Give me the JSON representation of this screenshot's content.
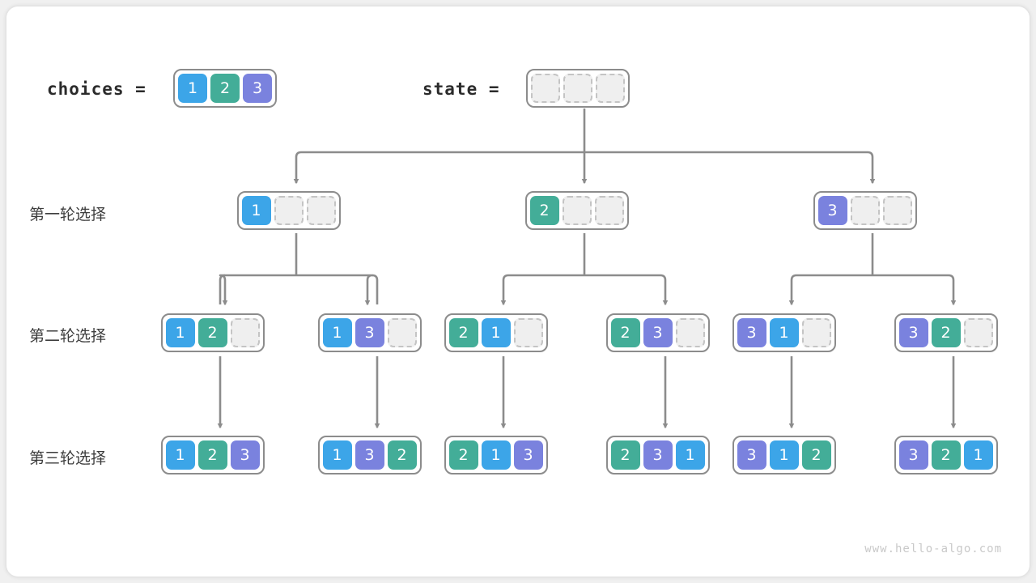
{
  "diagram": {
    "title": "backtracking-permutation-tree",
    "watermark": "www.hello-algo.com",
    "palette": {
      "blue": "#3ca5e8",
      "green": "#43ad98",
      "purple": "#7a82de",
      "empty_fill": "#efefef",
      "empty_border": "#c4c4c4",
      "frame_border": "#8c8c8c",
      "line": "#8c8c8c",
      "text": "#2b2b2b"
    },
    "header": {
      "choices_label": "choices  =",
      "choices_values": [
        "1",
        "2",
        "3"
      ],
      "choices_colors": [
        "blue",
        "green",
        "purple"
      ],
      "state_label": "state  =",
      "state_values": [
        "",
        "",
        ""
      ],
      "state_colors": [
        "empty",
        "empty",
        "empty"
      ]
    },
    "rows": [
      {
        "label": "第一轮选择",
        "nodes": [
          {
            "values": [
              "1",
              "",
              ""
            ],
            "colors": [
              "blue",
              "empty",
              "empty"
            ]
          },
          {
            "values": [
              "2",
              "",
              ""
            ],
            "colors": [
              "green",
              "empty",
              "empty"
            ]
          },
          {
            "values": [
              "3",
              "",
              ""
            ],
            "colors": [
              "purple",
              "empty",
              "empty"
            ]
          }
        ]
      },
      {
        "label": "第二轮选择",
        "nodes": [
          {
            "values": [
              "1",
              "2",
              ""
            ],
            "colors": [
              "blue",
              "green",
              "empty"
            ]
          },
          {
            "values": [
              "1",
              "3",
              ""
            ],
            "colors": [
              "blue",
              "purple",
              "empty"
            ]
          },
          {
            "values": [
              "2",
              "1",
              ""
            ],
            "colors": [
              "green",
              "blue",
              "empty"
            ]
          },
          {
            "values": [
              "2",
              "3",
              ""
            ],
            "colors": [
              "green",
              "purple",
              "empty"
            ]
          },
          {
            "values": [
              "3",
              "1",
              ""
            ],
            "colors": [
              "purple",
              "blue",
              "empty"
            ]
          },
          {
            "values": [
              "3",
              "2",
              ""
            ],
            "colors": [
              "purple",
              "green",
              "empty"
            ]
          }
        ]
      },
      {
        "label": "第三轮选择",
        "nodes": [
          {
            "values": [
              "1",
              "2",
              "3"
            ],
            "colors": [
              "blue",
              "green",
              "purple"
            ]
          },
          {
            "values": [
              "1",
              "3",
              "2"
            ],
            "colors": [
              "blue",
              "purple",
              "green"
            ]
          },
          {
            "values": [
              "2",
              "1",
              "3"
            ],
            "colors": [
              "green",
              "blue",
              "purple"
            ]
          },
          {
            "values": [
              "2",
              "3",
              "1"
            ],
            "colors": [
              "green",
              "purple",
              "blue"
            ]
          },
          {
            "values": [
              "3",
              "1",
              "2"
            ],
            "colors": [
              "purple",
              "blue",
              "green"
            ]
          },
          {
            "values": [
              "3",
              "2",
              "1"
            ],
            "colors": [
              "purple",
              "green",
              "blue"
            ]
          }
        ]
      }
    ]
  }
}
